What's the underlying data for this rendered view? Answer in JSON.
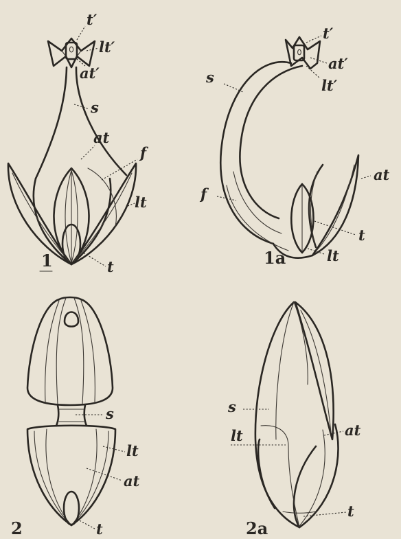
{
  "figures": {
    "fig1": {
      "number": "1",
      "labels": {
        "t_prime": "t′",
        "lt_prime": "lt′",
        "at_prime": "at′",
        "s": "s",
        "at": "at",
        "f": "f",
        "lt": "lt",
        "t": "t"
      }
    },
    "fig1a": {
      "number": "1a",
      "labels": {
        "t_prime": "t′",
        "at_prime": "at′",
        "lt_prime": "lt′",
        "s": "s",
        "f": "f",
        "at": "at",
        "t": "t",
        "lt": "lt"
      }
    },
    "fig2": {
      "number": "2",
      "labels": {
        "s": "s",
        "lt": "lt",
        "at": "at",
        "t": "t"
      }
    },
    "fig2a": {
      "number": "2a",
      "labels": {
        "s": "s",
        "lt": "lt",
        "at": "at",
        "t": "t"
      }
    }
  }
}
